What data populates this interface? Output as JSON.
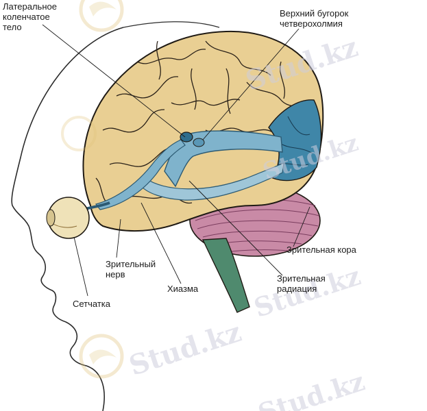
{
  "labels": {
    "lateral_geniculate": "Латеральное\nколенчатое\nтело",
    "superior_colliculus": "Верхний бугорок\nчетверохолмия",
    "visual_cortex": "Зрительная кора",
    "optic_nerve": "Зрительный\nнерв",
    "chiasm": "Хиазма",
    "optic_radiation": "Зрительная\nрадиация",
    "retina": "Сетчатка"
  },
  "watermark": "Stud.kz",
  "colors": {
    "cortex": "#e9cf93",
    "cortex_dark": "#c9a865",
    "pathway": "#7fb3cc",
    "visual_cortex": "#3f86a8",
    "cerebellum": "#c98aa6",
    "brainstem": "#4f8a6e",
    "outline": "#1f1a14"
  }
}
